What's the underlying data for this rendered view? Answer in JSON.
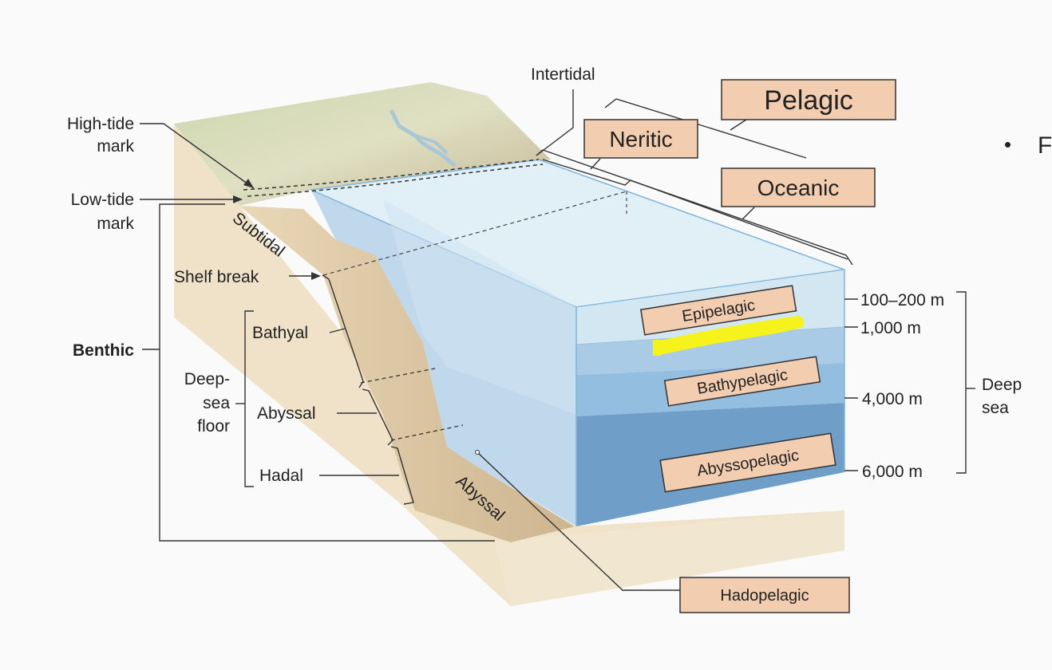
{
  "labels": {
    "intertidal": "Intertidal",
    "high_tide_1": "High-tide",
    "high_tide_2": "mark",
    "low_tide_1": "Low-tide",
    "low_tide_2": "mark",
    "subtidal": "Subtidal",
    "shelf_break": "Shelf break",
    "benthic": "Benthic",
    "bathyal": "Bathyal",
    "deep_sea_1": "Deep-",
    "deep_sea_2": "sea",
    "deep_sea_3": "floor",
    "abyssal": "Abyssal",
    "hadal": "Hadal",
    "abyssal_slope": "Abyssal",
    "deep_sea_right_1": "Deep",
    "deep_sea_right_2": "sea",
    "bullet": "•",
    "cut_letter": "F"
  },
  "boxes": {
    "pelagic": "Pelagic",
    "neritic": "Neritic",
    "oceanic": "Oceanic",
    "epipelagic": "Epipelagic",
    "bathypelagic": "Bathypelagic",
    "abyssopelagic": "Abyssopelagic",
    "hadopelagic": "Hadopelagic"
  },
  "depths": [
    "100–200 m",
    "1,000 m",
    "4,000 m",
    "6,000 m"
  ],
  "colors": {
    "box_fill": "#f2cdb0",
    "highlight": "#f6f21c",
    "water_light": "#cfe6f4",
    "water_deep": "#5f97c2",
    "sediment": "#efe2c8",
    "land": "#c9d3a8"
  }
}
